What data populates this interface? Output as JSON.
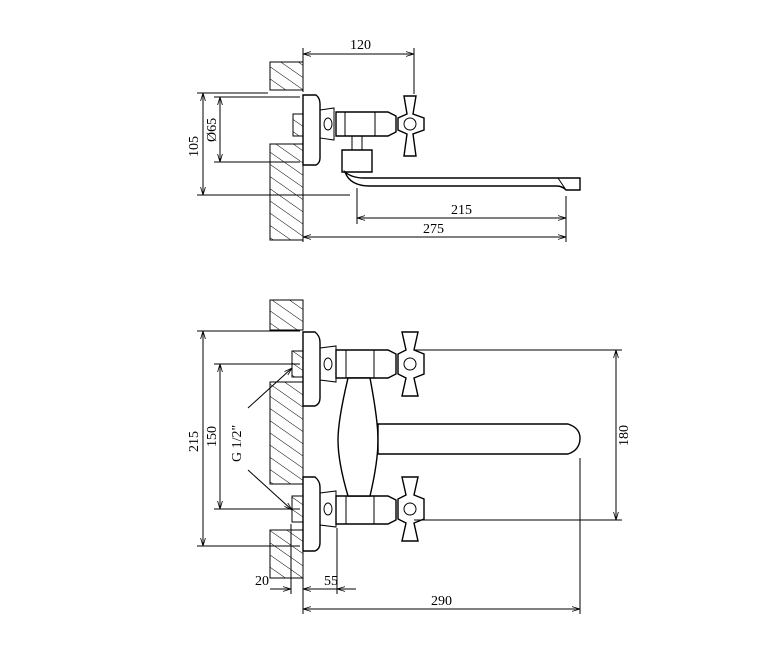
{
  "top_view": {
    "dim_width": "120",
    "dim_height": "105",
    "dim_flange_dia": "Ø65",
    "dim_spout_reach": "215",
    "dim_total_length": "275"
  },
  "front_view": {
    "dim_total_height": "215",
    "dim_centers": "150",
    "dim_thread": "G 1/2\"",
    "dim_right_height": "180",
    "dim_wall_offset": "20",
    "dim_body_offset": "55",
    "dim_total_length": "290"
  }
}
